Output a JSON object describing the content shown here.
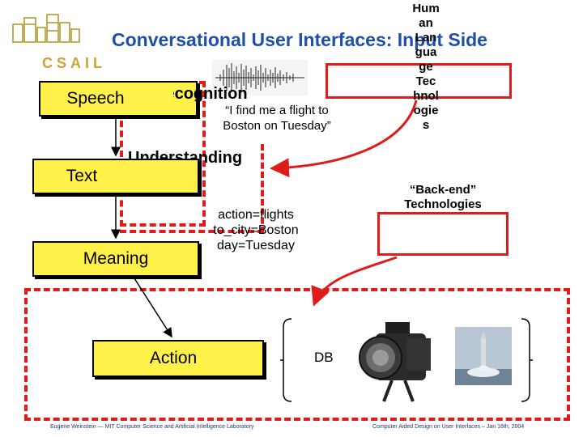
{
  "slide": {
    "title": "Conversational User Interfaces: Input Side",
    "logo_text": "CSAIL",
    "overlap_label": "Human Language Technologies",
    "overlap_fragment": "Lan",
    "column_lines": [
      "Hum",
      "an",
      "Lan",
      "gua",
      "ge",
      "Tec",
      "hnol",
      "ogie",
      "s"
    ],
    "speech_label": "Speech",
    "recognition_fragment": "Recognition",
    "quote_line1": "“I find me a flight to",
    "quote_line2": "Boston on Tuesday”",
    "understanding_label": "Understanding",
    "text_label": "Text",
    "frame_line1": "action=flights",
    "frame_line2": "to_city=Boston",
    "frame_line3": "day=Tuesday",
    "meaning_label": "Meaning",
    "backend_line1": "“Back-end”",
    "backend_line2": "Technologies",
    "action_label": "Action",
    "db_label": "DB",
    "footer_left": "Eugene Weinstein — MIT Computer Science and Artificial Intelligence Laboratory",
    "footer_right": "Computer Aided Design on User Interfaces – Jan 16th, 2004"
  },
  "colors": {
    "title": "#1f4fa8",
    "box_fill": "#fff04a",
    "accent_red": "#e01b1b",
    "logo_gold": "#c9a436"
  },
  "icons": [
    "waveform-image",
    "stage-light-image",
    "missile-launch-image",
    "csail-logo"
  ]
}
